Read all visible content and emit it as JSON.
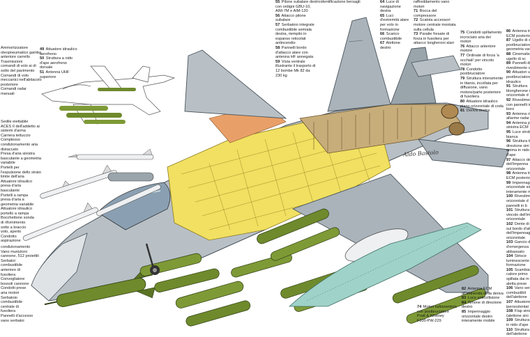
{
  "signature": "Aldo Bastolo",
  "legend_left_a": [
    {
      "num": "",
      "text": "Ammortizzatore"
    },
    {
      "num": "",
      "text": "oleopneumatico gamba"
    },
    {
      "num": "",
      "text": "anteriore carrello"
    },
    {
      "num": "",
      "text": "Trasmissioni"
    },
    {
      "num": "",
      "text": "comandi di volo ai di"
    },
    {
      "num": "",
      "text": "sotto del pavimento"
    },
    {
      "num": "",
      "text": "Comandi di volo"
    },
    {
      "num": "",
      "text": "meccanici nell'abitacolo"
    },
    {
      "num": "",
      "text": "posteriore"
    },
    {
      "num": "",
      "text": "Comandi radar"
    },
    {
      "num": "",
      "text": "manuali"
    }
  ],
  "legend_left_b": [
    {
      "num": "49",
      "text": "Attuatore idraulico"
    },
    {
      "num": "",
      "text": "aerofreno"
    },
    {
      "num": "50",
      "text": "Struttura a nido"
    },
    {
      "num": "",
      "text": "d'ape aerofreno"
    },
    {
      "num": "",
      "text": "dorsale"
    },
    {
      "num": "51",
      "text": "Antenna UHF"
    },
    {
      "num": "",
      "text": "superiore"
    }
  ],
  "legend_left_c": [
    {
      "num": "",
      "text": "Sedile eiettabile"
    },
    {
      "num": "",
      "text": "ACES II dell'addetto ai"
    },
    {
      "num": "",
      "text": "sistemi d'arma"
    },
    {
      "num": "",
      "text": "Carriera tettuccio"
    },
    {
      "num": "",
      "text": "Complesso"
    },
    {
      "num": "",
      "text": "condizionamento aria"
    },
    {
      "num": "",
      "text": "distaccato"
    },
    {
      "num": "",
      "text": "Presa d'aria sinistra"
    },
    {
      "num": "",
      "text": "basculante a geometria"
    },
    {
      "num": "",
      "text": "variabile"
    },
    {
      "num": "",
      "text": "Portelli per"
    },
    {
      "num": "",
      "text": "l'espulsione dello strato"
    },
    {
      "num": "",
      "text": "limite dell'aria"
    },
    {
      "num": "",
      "text": "Attuatore idraulico"
    },
    {
      "num": "",
      "text": "presa d'aria"
    },
    {
      "num": "",
      "text": "basculante"
    },
    {
      "num": "",
      "text": "Portelli a rampa"
    },
    {
      "num": "",
      "text": "presa d'aria a"
    },
    {
      "num": "",
      "text": "geometria variabile"
    },
    {
      "num": "",
      "text": "Attuatore idraulico"
    },
    {
      "num": "",
      "text": "portello a rampa"
    },
    {
      "num": "",
      "text": "Bocchettone sonda"
    },
    {
      "num": "",
      "text": "di rifornimento"
    },
    {
      "num": "",
      "text": "sotto a braccio"
    },
    {
      "num": "",
      "text": "volo, aperto"
    },
    {
      "num": "",
      "text": "Condotto"
    },
    {
      "num": "",
      "text": "aspirazione"
    }
  ],
  "legend_left_d": [
    {
      "num": "",
      "text": "condizionamento"
    },
    {
      "num": "",
      "text": "Vano munizioni"
    },
    {
      "num": "",
      "text": "cannone, 512 proiettili"
    },
    {
      "num": "",
      "text": "Serbatoi"
    },
    {
      "num": "",
      "text": "combustibile"
    },
    {
      "num": "",
      "text": "anteriore di"
    },
    {
      "num": "",
      "text": "fusoliera"
    },
    {
      "num": "",
      "text": "Convogliatore"
    },
    {
      "num": "",
      "text": "bossoli cannone"
    },
    {
      "num": "",
      "text": "Condotti prese"
    },
    {
      "num": "",
      "text": "aria motori"
    },
    {
      "num": "",
      "text": "Serbatoio"
    },
    {
      "num": "",
      "text": "combustibile"
    },
    {
      "num": "",
      "text": "centrale di"
    },
    {
      "num": "",
      "text": "fusoliera"
    },
    {
      "num": "",
      "text": "Pannelli d'accesso"
    },
    {
      "num": "",
      "text": "vano serbatoi"
    }
  ],
  "legend_mid_a": [
    {
      "num": "55",
      "text": "Pilone subalare destro"
    },
    {
      "num": "",
      "text": "con ordigni GBU-10,"
    },
    {
      "num": "",
      "text": "AIM-7M e AIM-120"
    },
    {
      "num": "56",
      "text": "Attacco pilone"
    },
    {
      "num": "",
      "text": "subalare"
    },
    {
      "num": "57",
      "text": "Serbatoio integrale"
    },
    {
      "num": "",
      "text": "combustibile semiala"
    },
    {
      "num": "",
      "text": "destra, riempito in"
    },
    {
      "num": "",
      "text": "espanso reticolati"
    },
    {
      "num": "",
      "text": "antincendio"
    },
    {
      "num": "58",
      "text": "Pannelli bordo"
    },
    {
      "num": "",
      "text": "d'attacco alare con"
    },
    {
      "num": "",
      "text": "antenna HF annegata"
    },
    {
      "num": "59",
      "text": "Vista ventrale"
    },
    {
      "num": "",
      "text": "illustrante il trasporto di"
    },
    {
      "num": "",
      "text": "12 bombe Mk 82 da"
    },
    {
      "num": "",
      "text": "230 kg"
    }
  ],
  "legend_mid_b": [
    {
      "num": "",
      "text": "identificazione bersagli"
    }
  ],
  "legend_mid_c": [
    {
      "num": "64",
      "text": "Luce di"
    },
    {
      "num": "",
      "text": "navigazione"
    },
    {
      "num": "",
      "text": "destra"
    },
    {
      "num": "65",
      "text": "Luci"
    },
    {
      "num": "",
      "text": "d'estremità alare"
    },
    {
      "num": "",
      "text": "per volo in"
    },
    {
      "num": "",
      "text": "formazione"
    },
    {
      "num": "66",
      "text": "Scarico"
    },
    {
      "num": "",
      "text": "combustibile"
    },
    {
      "num": "67",
      "text": "Alettone"
    },
    {
      "num": "",
      "text": "destro"
    }
  ],
  "legend_mid_d": [
    {
      "num": "",
      "text": "raffreddamento vano"
    },
    {
      "num": "",
      "text": "motori"
    },
    {
      "num": "71",
      "text": "Bocca del"
    },
    {
      "num": "",
      "text": "compressore"
    },
    {
      "num": "72",
      "text": "Scatola accessori"
    },
    {
      "num": "",
      "text": "motore centrale montata"
    },
    {
      "num": "",
      "text": "sulla cellula"
    },
    {
      "num": "73",
      "text": "Paratie fresate di"
    },
    {
      "num": "",
      "text": "forza in fusoliera per"
    },
    {
      "num": "",
      "text": "attacco longheroni alari"
    }
  ],
  "legend_right_a": [
    {
      "num": "75",
      "text": "Condotti spillamento"
    },
    {
      "num": "",
      "text": "incrociato aria dei"
    },
    {
      "num": "",
      "text": "motori"
    },
    {
      "num": "76",
      "text": "Attacco anteriore"
    },
    {
      "num": "",
      "text": "motore"
    },
    {
      "num": "77",
      "text": "Ordinate di forza 'a"
    },
    {
      "num": "",
      "text": "occhiali' per vincolo"
    },
    {
      "num": "",
      "text": "motori"
    },
    {
      "num": "78",
      "text": "Condotto"
    },
    {
      "num": "",
      "text": "postbruciatore"
    },
    {
      "num": "79",
      "text": "Struttura interamente"
    },
    {
      "num": "",
      "text": "in titanio, incollata per"
    },
    {
      "num": "",
      "text": "diffusione, vano"
    },
    {
      "num": "",
      "text": "motore/parte posteriore"
    },
    {
      "num": "",
      "text": "di fusoliera"
    },
    {
      "num": "80",
      "text": "Attuatore idraulico"
    },
    {
      "num": "",
      "text": "piano orizzontale di coda"
    },
    {
      "num": "81",
      "text": "Deriva destra"
    }
  ],
  "legend_right_b": [
    {
      "num": "86",
      "text": "Antenna tra"
    },
    {
      "num": "",
      "text": "ECM posterior"
    },
    {
      "num": "87",
      "text": "Ugello di sc"
    },
    {
      "num": "",
      "text": "postbruciatore"
    },
    {
      "num": "",
      "text": "geometria van"
    },
    {
      "num": "88",
      "text": "Cinematism"
    },
    {
      "num": "",
      "text": "ugello di sc"
    },
    {
      "num": "89",
      "text": "Pannelli di"
    },
    {
      "num": "",
      "text": "rivestimento d"
    },
    {
      "num": "90",
      "text": "Attuatori ug"
    },
    {
      "num": "",
      "text": "postbruciatore"
    },
    {
      "num": "",
      "text": "idraulico"
    },
    {
      "num": "91",
      "text": "Struttura"
    },
    {
      "num": "",
      "text": "blongherone d"
    },
    {
      "num": "",
      "text": "orizzontale d"
    },
    {
      "num": "92",
      "text": "Rivestiment"
    },
    {
      "num": "",
      "text": "con pannelli in"
    },
    {
      "num": "",
      "text": "boro"
    },
    {
      "num": "93",
      "text": "Antenna ric"
    },
    {
      "num": "",
      "text": "allarme radar"
    },
    {
      "num": "94",
      "text": "Antenna pos"
    },
    {
      "num": "",
      "text": "sinistra ECM"
    },
    {
      "num": "95",
      "text": "Luce strobo"
    },
    {
      "num": "",
      "text": "bianca"
    },
    {
      "num": "96",
      "text": "Struttura tim"
    },
    {
      "num": "",
      "text": "direzione sini"
    },
    {
      "num": "",
      "text": "anima in nido"
    },
    {
      "num": "",
      "text": "d'ape"
    },
    {
      "num": "97",
      "text": "Attacco de"
    },
    {
      "num": "",
      "text": "dell'impenna"
    },
    {
      "num": "",
      "text": "orizzontale"
    },
    {
      "num": "98",
      "text": "Antenna tra"
    },
    {
      "num": "",
      "text": "ECM posterior"
    },
    {
      "num": "99",
      "text": "Impennagg"
    },
    {
      "num": "",
      "text": "orizzontale sin"
    },
    {
      "num": "",
      "text": "interamente m"
    },
    {
      "num": "100",
      "text": "Rivestime"
    },
    {
      "num": "",
      "text": "orizzontale d"
    },
    {
      "num": "",
      "text": "pannelli in b"
    },
    {
      "num": "101",
      "text": "Struttura"
    },
    {
      "num": "",
      "text": "vincolo dell'im"
    },
    {
      "num": "",
      "text": "orizzontale"
    },
    {
      "num": "102",
      "text": "Dente di"
    },
    {
      "num": "",
      "text": "sul bordo d'att"
    },
    {
      "num": "",
      "text": "dell'impennag"
    },
    {
      "num": "",
      "text": "orizzontale"
    },
    {
      "num": "103",
      "text": "Gancio d"
    },
    {
      "num": "",
      "text": "d'emergenza"
    },
    {
      "num": "",
      "text": "abbassato"
    },
    {
      "num": "104",
      "text": "Strisce"
    },
    {
      "num": "",
      "text": "luminescente"
    },
    {
      "num": "",
      "text": "formazione"
    },
    {
      "num": "105",
      "text": "Scambiat"
    },
    {
      "num": "",
      "text": "calore primo"
    },
    {
      "num": "",
      "text": "spillata dai m"
    },
    {
      "num": "",
      "text": "aletta prese"
    },
    {
      "num": "106",
      "text": "Vano ser"
    },
    {
      "num": "",
      "text": "combustibil"
    },
    {
      "num": "",
      "text": "dell'alettone"
    },
    {
      "num": "107",
      "text": "Attuatore"
    },
    {
      "num": "",
      "text": "ipersostentat"
    },
    {
      "num": "108",
      "text": "Flap sinis"
    },
    {
      "num": "",
      "text": "(alettone sini"
    },
    {
      "num": "109",
      "text": "Struttura"
    },
    {
      "num": "",
      "text": "in nido d'ape"
    },
    {
      "num": "110",
      "text": "Struttura"
    },
    {
      "num": "",
      "text": "dell'alettone"
    }
  ],
  "legend_bottom_a": [
    {
      "num": "82",
      "text": "Antenna ECM"
    },
    {
      "num": "",
      "text": "all'estremità della deriva"
    },
    {
      "num": "83",
      "text": "Luce anticollisione"
    },
    {
      "num": "84",
      "text": "Timone di direzione"
    },
    {
      "num": "",
      "text": "destro"
    },
    {
      "num": "85",
      "text": "Impennaggio"
    },
    {
      "num": "",
      "text": "orizzontale destro"
    },
    {
      "num": "",
      "text": "interamente mobile"
    }
  ],
  "legend_bottom_b": [
    {
      "num": "74",
      "text": "Motori turboventola"
    },
    {
      "num": "",
      "text": "con postbruciatore"
    },
    {
      "num": "",
      "text": "Pratt & Whitney"
    },
    {
      "num": "",
      "text": "F100-PW-229"
    }
  ],
  "colors": {
    "structure_yellow": "#f1e061",
    "skin_grey": "#b8c0c6",
    "skin_dark": "#7b8790",
    "store_olive": "#6e8a2c",
    "store_olive_light": "#9eb545",
    "engine_bronze": "#b08a52",
    "tank_orange": "#e9a068",
    "missile_white": "#eef0f2",
    "fuel_tank_teal": "#9fd2c8"
  }
}
